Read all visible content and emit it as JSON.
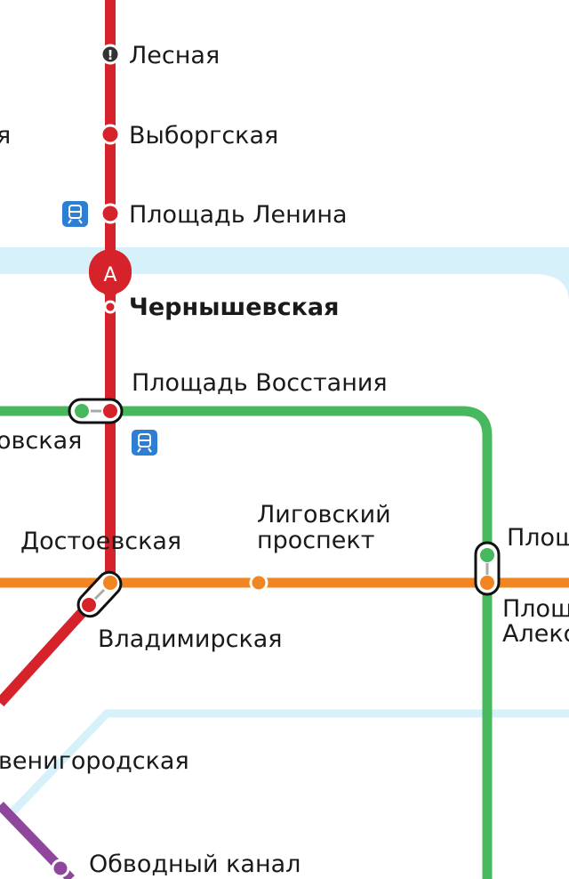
{
  "map": {
    "colors": {
      "line_red": "#d6232b",
      "line_green": "#48b85e",
      "line_orange": "#f08522",
      "line_purple": "#8e479c",
      "river": "#d6f1fa",
      "train_icon": "#2e7fd3",
      "closed_station": "#333333"
    },
    "route_marker": {
      "label": "A",
      "icon": "map-pin-a-icon"
    },
    "stations": {
      "lesnaya": "Лесная",
      "vyborgskaya": "Выборгская",
      "ploshchad_lenina": "Площадь Ленина",
      "chernyshevskaya": "Чернышевская",
      "ploshchad_vosstaniya": "Площадь Восстания",
      "mayakovskaya_partial": "овская",
      "dostoevskaya": "Достоевская",
      "ligovsky_1": "Лиговский",
      "ligovsky_2": "проспект",
      "vladimirskaya": "Владимирская",
      "pl_al_nevskogo_1": "Площ",
      "pl_al_nevskogo_2_l1": "Площ",
      "pl_al_nevskogo_2_l2": "Алекс",
      "zvenigorodskaya_partial": "венигородская",
      "obvodny": "Обводный канал",
      "left_partial": "я"
    },
    "notices": {
      "lesnaya_icon": "exclamation-icon"
    },
    "train_icons": [
      "suburban-train-icon",
      "suburban-train-icon"
    ]
  }
}
